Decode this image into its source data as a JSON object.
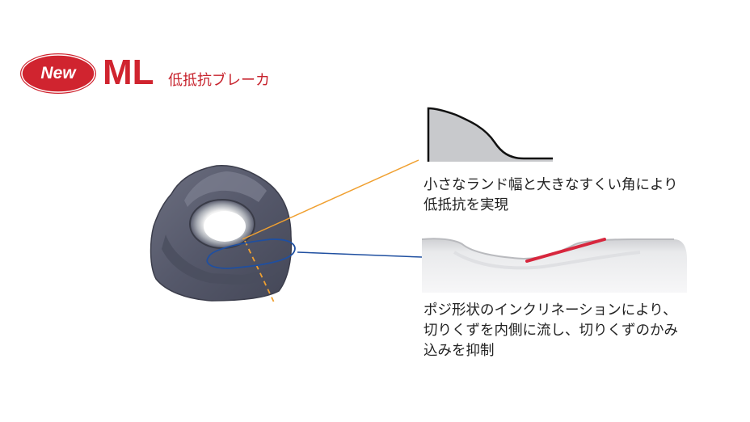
{
  "badge": {
    "label": "New",
    "color": "#d0242f"
  },
  "product": {
    "code": "ML",
    "description": "低抵抗ブレーカ"
  },
  "callouts": [
    {
      "lines": [
        "小さなランド幅と大きなすくい角により",
        "低抵抗を実現"
      ],
      "leader_color": "#f0a030"
    },
    {
      "lines": [
        "ポジ形状のインクリネーションにより、",
        "切りくずを内側に流し、切りくずのかみ",
        "込みを抑制"
      ],
      "leader_color": "#1f4fa0"
    }
  ],
  "colors": {
    "brand_red": "#d0242f",
    "insert_gray": "#5a5d6e",
    "highlight_red": "#d7263d"
  }
}
